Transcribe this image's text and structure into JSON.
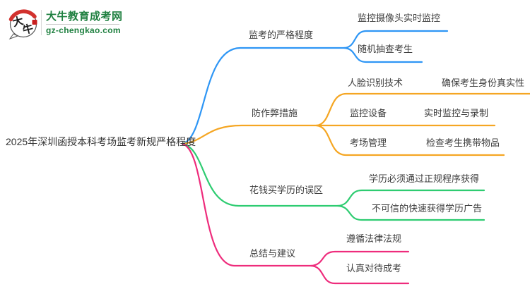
{
  "logo": {
    "icon_char1": "大",
    "icon_char2": "牛",
    "site_name": "大牛教育成考网",
    "site_url": "gz-chengkao.com"
  },
  "colors": {
    "blue": "#2e96f5",
    "orange": "#f5a623",
    "green": "#2ecc71",
    "pink": "#ee2c7c",
    "logo_green": "#1f8040",
    "logo_red": "#d2322e",
    "text": "#3d3d3d"
  },
  "mindmap": {
    "root": "2025年深圳函授本科考场监考新规严格程度",
    "branches": [
      {
        "label": "监考的严格程度",
        "color": "#2e96f5",
        "children": [
          {
            "label": "监控摄像头实时监控"
          },
          {
            "label": "随机抽查考生"
          }
        ]
      },
      {
        "label": "防作弊措施",
        "color": "#f5a623",
        "children": [
          {
            "label": "人脸识别技术",
            "children": [
              {
                "label": "确保考生身份真实性"
              }
            ]
          },
          {
            "label": "监控设备",
            "children": [
              {
                "label": "实时监控与录制"
              }
            ]
          },
          {
            "label": "考场管理",
            "children": [
              {
                "label": "检查考生携带物品"
              }
            ]
          }
        ]
      },
      {
        "label": "花钱买学历的误区",
        "color": "#2ecc71",
        "children": [
          {
            "label": "学历必须通过正规程序获得"
          },
          {
            "label": "不可信的快速获得学历广告"
          }
        ]
      },
      {
        "label": "总结与建议",
        "color": "#ee2c7c",
        "children": [
          {
            "label": "遵循法律法规"
          },
          {
            "label": "认真对待成考"
          }
        ]
      }
    ]
  }
}
